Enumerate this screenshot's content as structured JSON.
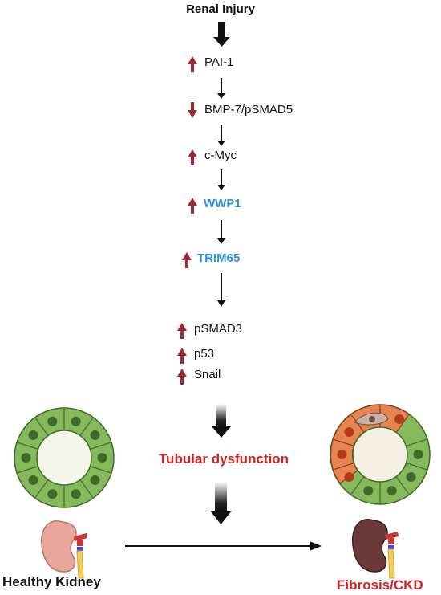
{
  "title": "Renal Injury",
  "cascade": [
    {
      "label": "PAI-1",
      "direction": "up",
      "highlight": false
    },
    {
      "label": "BMP-7/pSMAD5",
      "direction": "down",
      "highlight": false
    },
    {
      "label": "c-Myc",
      "direction": "up",
      "highlight": false
    },
    {
      "label": "WWP1",
      "direction": "up",
      "highlight": true
    },
    {
      "label": "TRIM65",
      "direction": "up",
      "highlight": true
    },
    {
      "label": "pSMAD3",
      "direction": "up",
      "highlight": false
    },
    {
      "label": "p53",
      "direction": "up",
      "highlight": false
    },
    {
      "label": "Snail",
      "direction": "up",
      "highlight": false
    }
  ],
  "outcome": "Tubular dysfunction",
  "left_label": "Healthy Kidney",
  "right_label": "Fibrosis/CKD",
  "colors": {
    "arrow_up_down": "#9b2a35",
    "highlight_text": "#2f8fe0",
    "outcome_text": "#d22323",
    "healthy_cell": "#86b95b",
    "healthy_nucleus": "#3f6b2a",
    "diseased_cell": "#e88450",
    "healthy_kidney": "#e8a59a",
    "diseased_kidney": "#6b3a38"
  }
}
